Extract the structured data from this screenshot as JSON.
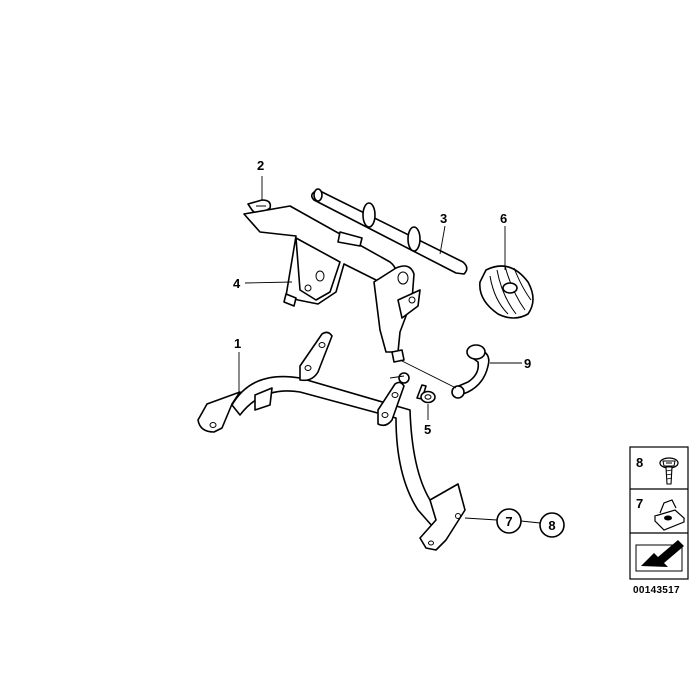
{
  "callouts": {
    "c1": "1",
    "c2": "2",
    "c3": "3",
    "c4": "4",
    "c5": "5",
    "c6": "6",
    "c9": "9",
    "circle7": "7",
    "circle8": "8"
  },
  "legend": {
    "item8": "8",
    "item7": "7"
  },
  "document_number": "00143517"
}
